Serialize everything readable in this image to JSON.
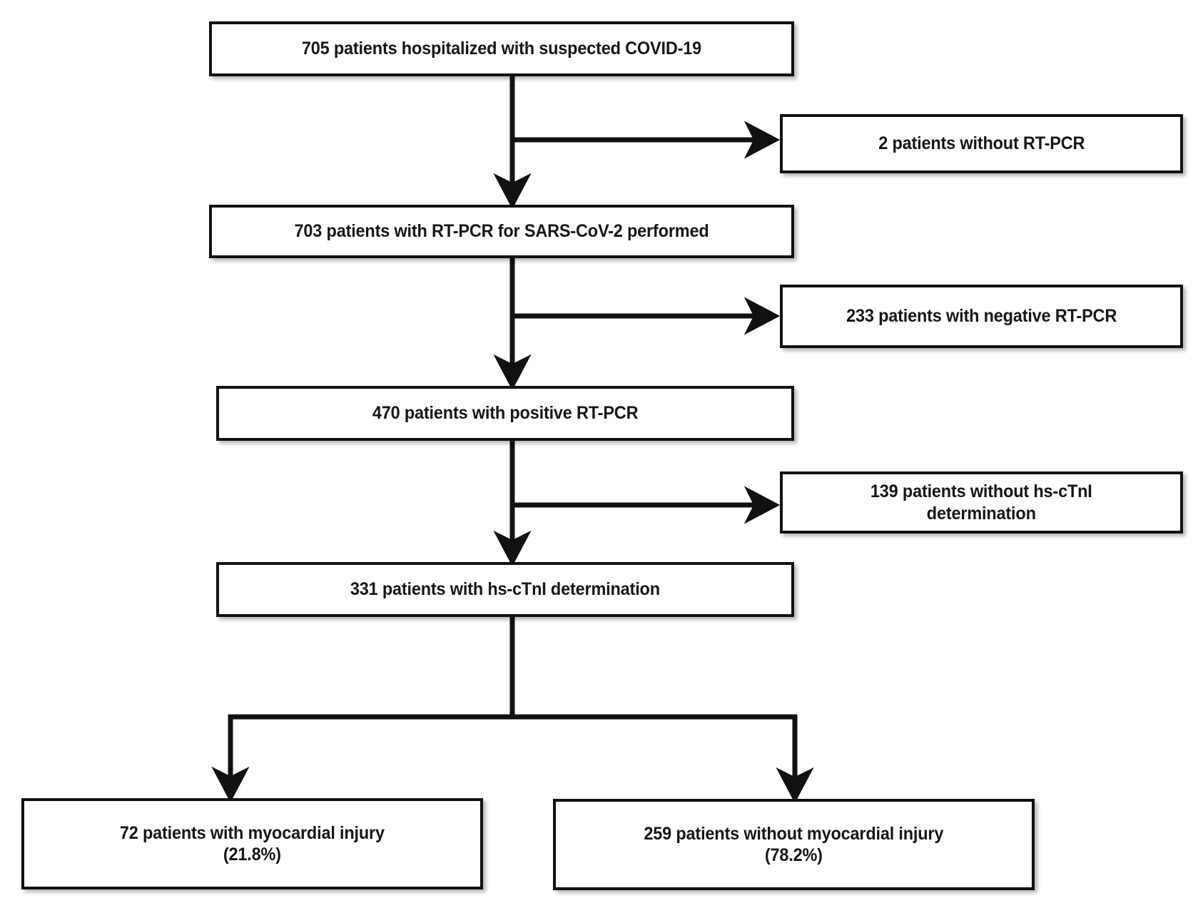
{
  "diagram": {
    "title": "Patient selection flow diagram",
    "type": "flowchart",
    "stroke_color": "#111111",
    "fill_color": "#ffffff",
    "text_color": "#161616"
  },
  "nodes": {
    "suspected": {
      "id": "node-705",
      "count": 705,
      "text": "705 patients hospitalized with suspected COVID-19"
    },
    "no_rtpcr": {
      "id": "node-2",
      "count": 2,
      "text": "2 patients without RT-PCR"
    },
    "rtpcr_performed": {
      "id": "node-703",
      "count": 703,
      "text": "703 patients with RT-PCR for SARS-CoV-2 performed"
    },
    "negative_rtpcr": {
      "id": "node-233",
      "count": 233,
      "text": "233 patients with negative RT-PCR"
    },
    "positive_rtpcr": {
      "id": "node-470",
      "count": 470,
      "text": "470 patients with positive RT-PCR"
    },
    "no_hsctni": {
      "id": "node-139",
      "count": 139,
      "text": "139 patients without hs-cTnI\ndetermination"
    },
    "hsctni_determined": {
      "id": "node-331",
      "count": 331,
      "text": "331 patients with hs-cTnI determination"
    },
    "injury": {
      "id": "node-72",
      "count": 72,
      "percent": "21.8%",
      "text": "72 patients with myocardial injury\n(21.8%)"
    },
    "no_injury": {
      "id": "node-259",
      "count": 259,
      "percent": "78.2%",
      "text": "259 patients without myocardial injury\n(78.2%)"
    }
  },
  "edges": [
    {
      "from": "suspected",
      "to": "rtpcr_performed",
      "kind": "vertical-arrow"
    },
    {
      "from": "suspected",
      "to": "no_rtpcr",
      "kind": "branch-right-arrow"
    },
    {
      "from": "rtpcr_performed",
      "to": "positive_rtpcr",
      "kind": "vertical-arrow"
    },
    {
      "from": "rtpcr_performed",
      "to": "negative_rtpcr",
      "kind": "branch-right-arrow"
    },
    {
      "from": "positive_rtpcr",
      "to": "hsctni_determined",
      "kind": "vertical-arrow"
    },
    {
      "from": "positive_rtpcr",
      "to": "no_hsctni",
      "kind": "branch-right-arrow"
    },
    {
      "from": "hsctni_determined",
      "to": "injury",
      "kind": "split-left-arrow"
    },
    {
      "from": "hsctni_determined",
      "to": "no_injury",
      "kind": "split-right-arrow"
    }
  ]
}
